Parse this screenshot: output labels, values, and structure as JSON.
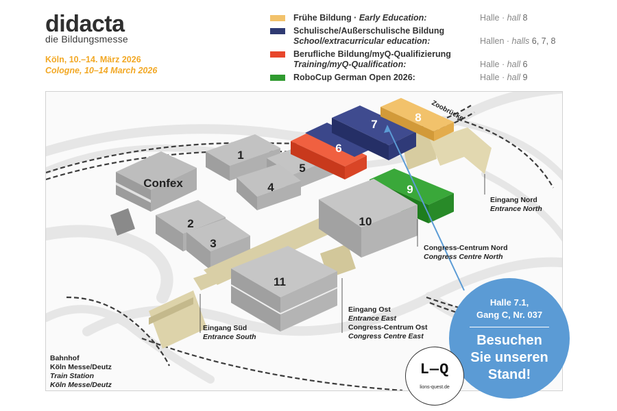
{
  "header": {
    "brand": "didacta",
    "subtitle": "die Bildungsmesse",
    "date_de": "Köln, 10.–14. März 2026",
    "date_en": "Cologne, 10–14 March 2026"
  },
  "legend": [
    {
      "color": "#f2c26b",
      "title": "Frühe Bildung · ",
      "title_en": "Early Education:",
      "hall_prefix": "Halle · ",
      "hall_key": "hall",
      "hall_val": " 8"
    },
    {
      "color": "#2f3a72",
      "title": "Schulische/Außerschulische Bildung",
      "title_en": "School/extracurricular education:",
      "hall_prefix": "Hallen · ",
      "hall_key": "halls",
      "hall_val": " 6, 7, 8"
    },
    {
      "color": "#e8462b",
      "title": "Berufliche Bildung/myQ-Qualifizierung",
      "title_en": "Training/myQ-Qualification:",
      "hall_prefix": "Halle · ",
      "hall_key": "hall",
      "hall_val": " 6"
    },
    {
      "color": "#2f9a2f",
      "title": "RoboCup German Open 2026:",
      "title_en": "",
      "hall_prefix": "Halle · ",
      "hall_key": "hall",
      "hall_val": " 9"
    }
  ],
  "map": {
    "halls": {
      "h1": "1",
      "h2": "2",
      "h3": "3",
      "h4": "4",
      "h5": "5",
      "h6": "6",
      "h7": "7",
      "h8": "8",
      "h9": "9",
      "h10": "10",
      "h11": "11",
      "confex": "Confex"
    },
    "zoobruecke": "Zoobrücke",
    "entrance_north": {
      "de": "Eingang Nord",
      "en": "Entrance North"
    },
    "cc_north": {
      "de": "Congress-Centrum Nord",
      "en": "Congress Centre North"
    },
    "entrance_east": {
      "de": "Eingang Ost",
      "en": "Entrance East",
      "cc_de": "Congress-Centrum Ost",
      "cc_en": "Congress Centre East"
    },
    "entrance_south": {
      "de": "Eingang Süd",
      "en": "Entrance South"
    },
    "station": {
      "de1": "Bahnhof",
      "de2": "Köln Messe/Deutz",
      "en1": "Train Station",
      "en2": "Köln Messe/Deutz"
    }
  },
  "booth": {
    "line1": "Halle 7.1,",
    "line2": "Gang C, Nr. 037",
    "visit": [
      "Besuchen",
      "Sie unseren",
      "Stand!"
    ]
  },
  "logo": {
    "mark": "L—Q",
    "url": "lions-quest.de"
  }
}
